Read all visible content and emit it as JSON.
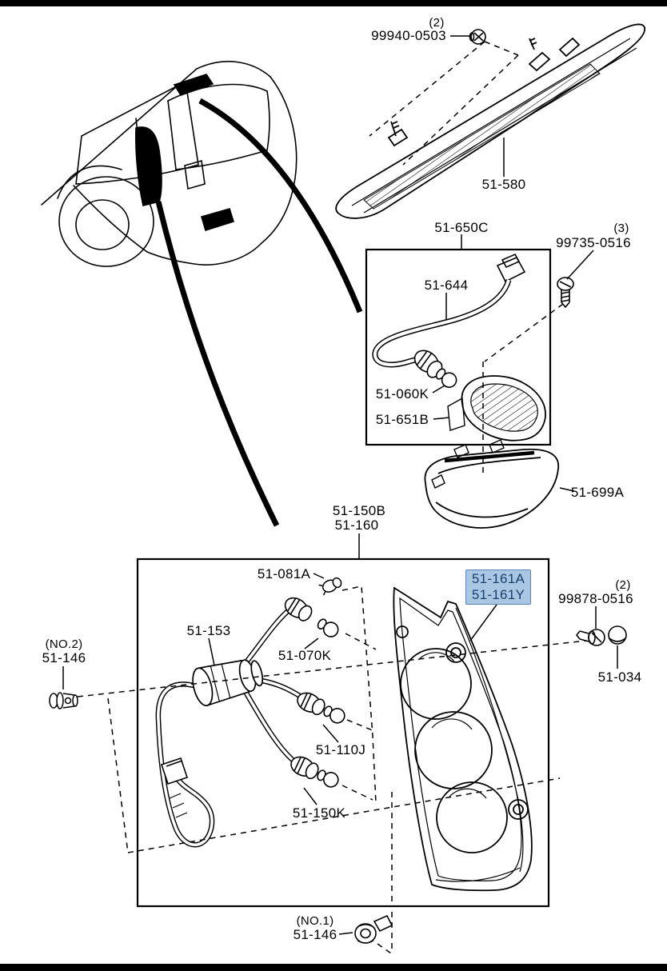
{
  "page": {
    "bg_color": "#ffffff",
    "line_color": "#000000",
    "description_visible_only": "rear lamp parts exploded diagram"
  },
  "highlight": {
    "bg_color": "#a9c6e3",
    "text_color": "#1c3f70",
    "border_color": "#5b82b5"
  },
  "parts": {
    "top_screw": {
      "qty": "(2)",
      "number": "99940-0503",
      "icon": "screw-icon"
    },
    "high_mount_lamp": {
      "number": "51-580"
    },
    "side_marker_assembly province": null,
    "side_marker_assembly": {
      "number": "51-650C"
    },
    "side_marker_screw": {
      "qty": "(3)",
      "number": "99735-0516",
      "icon": "tapping-screw-icon"
    },
    "side_marker_cord": {
      "number": "51-644"
    },
    "side_marker_bulb": {
      "number": "51-060K",
      "icon": "bulb-icon"
    },
    "side_marker_lens": {
      "number": "51-651B"
    },
    "lamp_bracket": {
      "number": "51-699A"
    },
    "rear_lamp_assembly": {
      "numbers": [
        "51-150B",
        "51-160"
      ]
    },
    "lamp_socket": {
      "number": "51-081A",
      "icon": "socket-icon"
    },
    "wiring_harness": {
      "number": "51-153"
    },
    "bulb_upper": {
      "number": "51-070K",
      "icon": "bulb-icon"
    },
    "lens_selected": {
      "numbers": [
        "51-161A",
        "51-161Y"
      ],
      "highlighted": true
    },
    "lamp_screw": {
      "qty": "(2)",
      "number": "99878-0516",
      "icon": "tapping-screw-icon"
    },
    "hole_cap": {
      "number": "51-034",
      "icon": "cap-icon"
    },
    "bulb_middle": {
      "number": "51-110J",
      "icon": "bulb-icon"
    },
    "bulb_lower": {
      "number": "51-150K",
      "icon": "bulb-icon"
    },
    "grommet_no2": {
      "note": "(NO.2)",
      "number": "51-146",
      "icon": "bolt-icon"
    },
    "grommet_no1": {
      "note": "(NO.1)",
      "number": "51-146",
      "icon": "grommet-icon"
    }
  }
}
